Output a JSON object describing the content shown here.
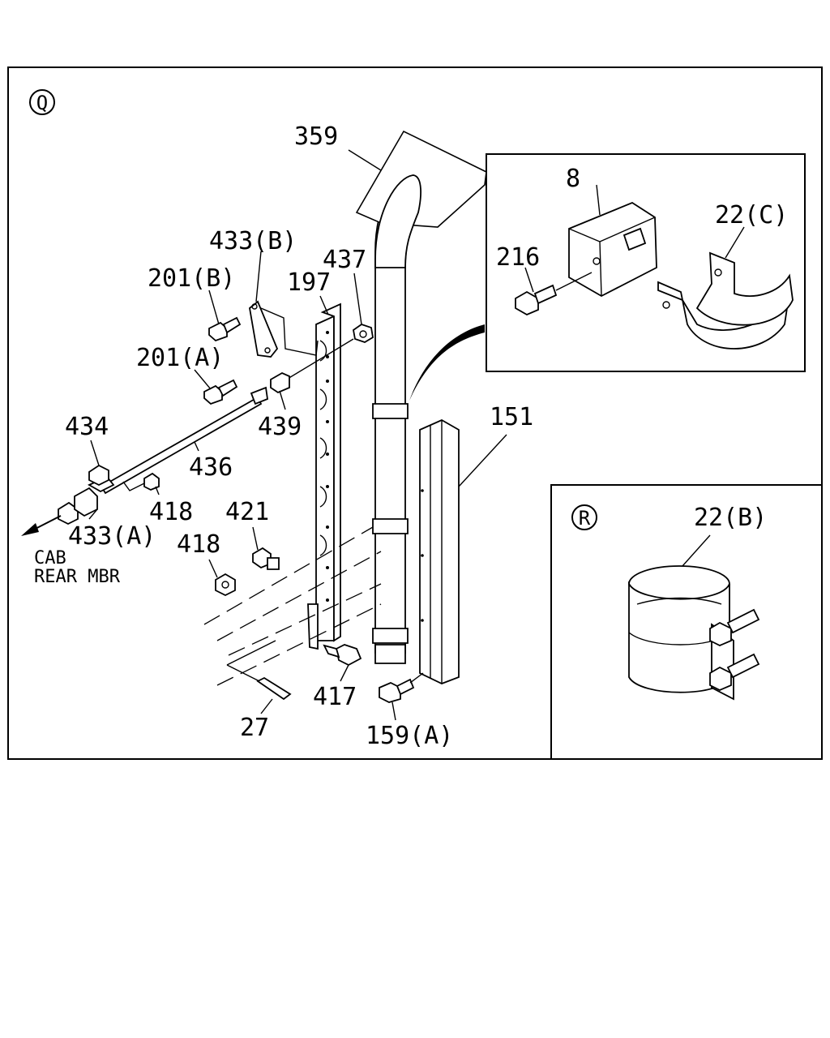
{
  "section_markers": {
    "main": "Q",
    "detail": "R"
  },
  "direction_note": {
    "line1": "CAB",
    "line2": "REAR MBR"
  },
  "labels": {
    "p359": "359",
    "p8": "8",
    "p22c": "22(C)",
    "p216": "216",
    "p433b": "433(B)",
    "p437": "437",
    "p201b": "201(B)",
    "p197": "197",
    "p201a": "201(A)",
    "p439": "439",
    "p151": "151",
    "p434": "434",
    "p436": "436",
    "p418a": "418",
    "p433a": "433(A)",
    "p421": "421",
    "p418b": "418",
    "p22b": "22(B)",
    "p417": "417",
    "p27": "27",
    "p159a": "159(A)"
  }
}
